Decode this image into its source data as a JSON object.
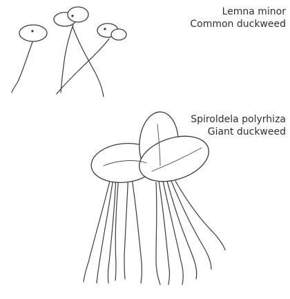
{
  "labels": {
    "lemna_species": "Lemna minor",
    "lemna_common": "Common duckweed",
    "spirodela_species": "Spiroldela polyrhiza",
    "spirodela_common": "Giant duckweed"
  }
}
